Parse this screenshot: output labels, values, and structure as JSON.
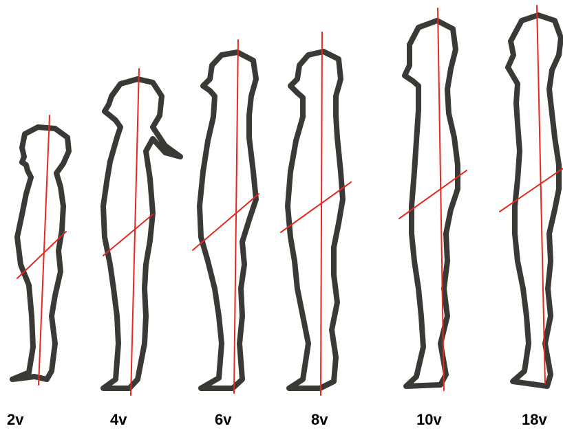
{
  "figure": {
    "colors": {
      "outline": "#3b3935",
      "axis_line": "#e8271e",
      "background": "#ffffff"
    },
    "figures": [
      {
        "age": "2v"
      },
      {
        "age": "4v"
      },
      {
        "age": "6v"
      },
      {
        "age": "8v"
      },
      {
        "age": "10v"
      },
      {
        "age": "18v"
      }
    ]
  }
}
